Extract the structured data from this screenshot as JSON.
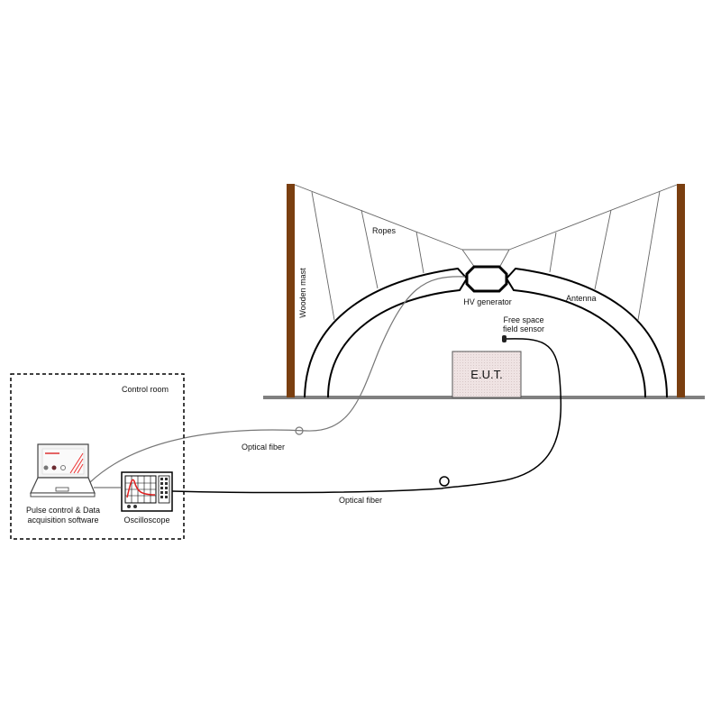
{
  "labels": {
    "control_room": "Control room",
    "software_line1": "Pulse control & Data",
    "software_line2": "acquisition software",
    "oscilloscope": "Oscilloscope",
    "optical_fiber_1": "Optical fiber",
    "optical_fiber_2": "Optical fiber",
    "ropes": "Ropes",
    "wooden_mast": "Wooden mast",
    "hv_generator": "HV generator",
    "antenna": "Antenna",
    "sensor_line1": "Free space",
    "sensor_line2": "field sensor",
    "eut": "E.U.T."
  },
  "colors": {
    "mast": "#7a3f10",
    "ground": "#808080",
    "eut_fill": "#eee0e0",
    "trace": "#e02020"
  }
}
